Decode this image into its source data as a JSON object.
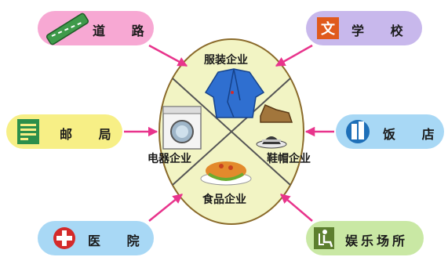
{
  "center": {
    "sectors": {
      "top": "服装企业",
      "left": "电器企业",
      "right": "鞋帽企业",
      "bottom": "食品企业"
    }
  },
  "nodes": {
    "road": {
      "label": "道 路",
      "icon": "road-icon"
    },
    "school": {
      "label": "学 校",
      "icon": "school-wen-icon"
    },
    "post_office": {
      "label": "邮 局",
      "icon": "china-post-icon"
    },
    "restaurant": {
      "label": "饭 店",
      "icon": "building-icon"
    },
    "hospital": {
      "label": "医 院",
      "icon": "red-cross-icon"
    },
    "entertainment": {
      "label": "娱乐场所",
      "icon": "seated-person-icon"
    }
  },
  "colors": {
    "pink": "#f7a8d3",
    "lavender": "#c8b8ec",
    "yellow": "#f7ef86",
    "light_blue": "#a8d8f5",
    "light_green": "#c9e8a4",
    "oval_fill": "#f2f4c4",
    "arrow": "#e8348c"
  }
}
